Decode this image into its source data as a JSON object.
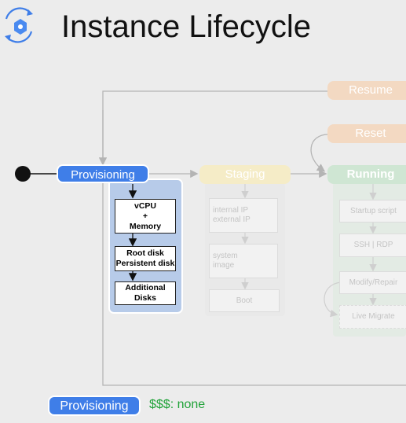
{
  "title": "Instance Lifecycle",
  "header_icon": "refresh-hexagon-icon",
  "colors": {
    "primary_blue": "#3f7ee8",
    "provisioning_panel": "#b7cbe9",
    "resume_reset": "#f3d9c2",
    "staging": "#f5ecc7",
    "running": "#cfe6d3",
    "cost_green": "#22a33a"
  },
  "states": {
    "resume": "Resume",
    "reset": "Reset",
    "provisioning": "Provisioning",
    "staging": "Staging",
    "running": "Running"
  },
  "provisioning_steps": [
    "vCPU\n+\nMemory",
    "Root disk\nPersistent disk",
    "Additional\nDisks"
  ],
  "staging_steps": [
    "internal IP\nexternal IP",
    "system\nimage",
    "Boot"
  ],
  "running_steps": [
    "Startup script",
    "SSH | RDP",
    "Modify/Repair",
    "Live Migrate"
  ],
  "footer": {
    "state_label": "Provisioning",
    "cost_text": "$$$: none"
  }
}
